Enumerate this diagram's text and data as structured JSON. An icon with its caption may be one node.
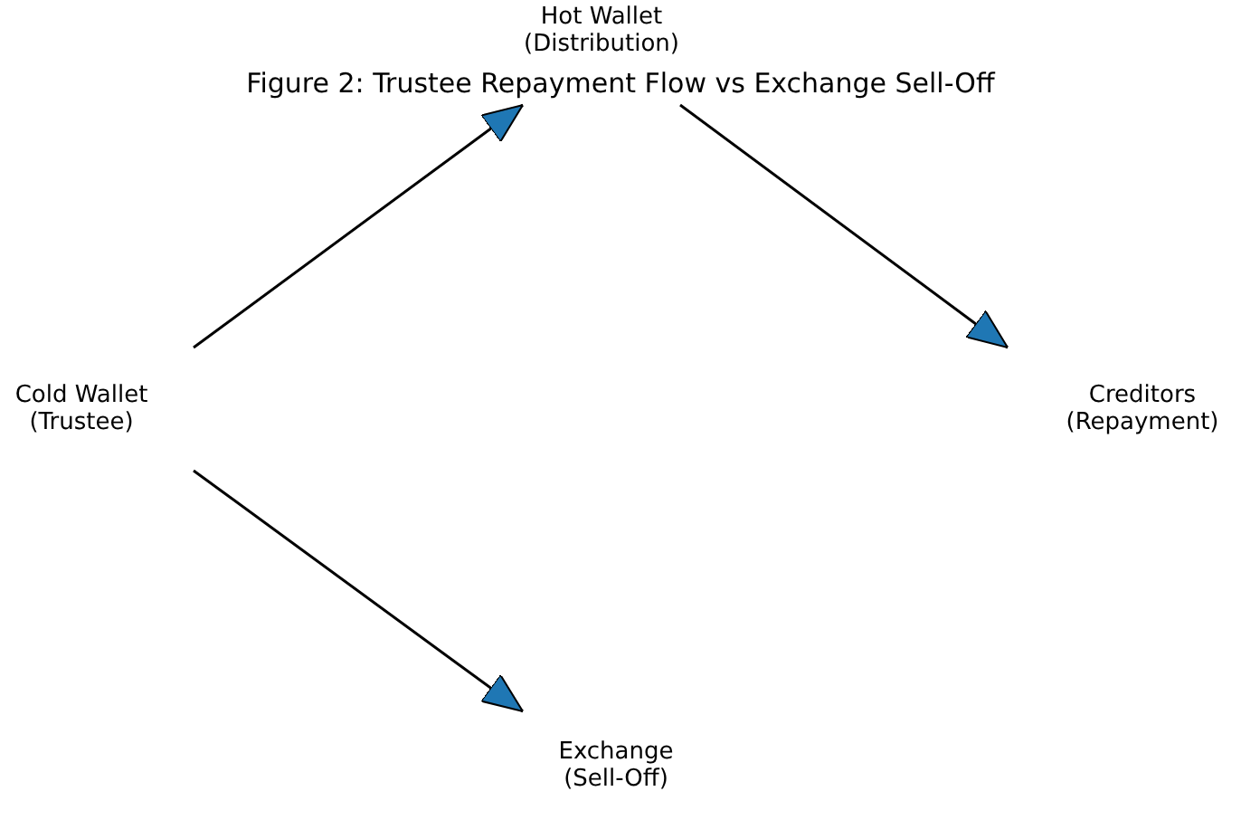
{
  "diagram": {
    "title": "Figure 2: Trustee Repayment Flow vs Exchange Sell-Off",
    "nodes": [
      {
        "text": [
          "Cold Wallet (Trustee)"
        ]
      },
      {
        "text": [
          "Hot Wallet (Distribution)"
        ]
      },
      {
        "text": [
          "Creditors (Repayment)"
        ]
      },
      {
        "text": [
          "Exchange (Sell-Off)"
        ]
      }
    ],
    "edges": [
      {
        "from": 0,
        "to": 1,
        "arrow": "to"
      },
      {
        "from": 1,
        "to": 2,
        "arrow": "to"
      },
      {
        "from": 0,
        "to": 3,
        "arrow": "to"
      }
    ]
  }
}
